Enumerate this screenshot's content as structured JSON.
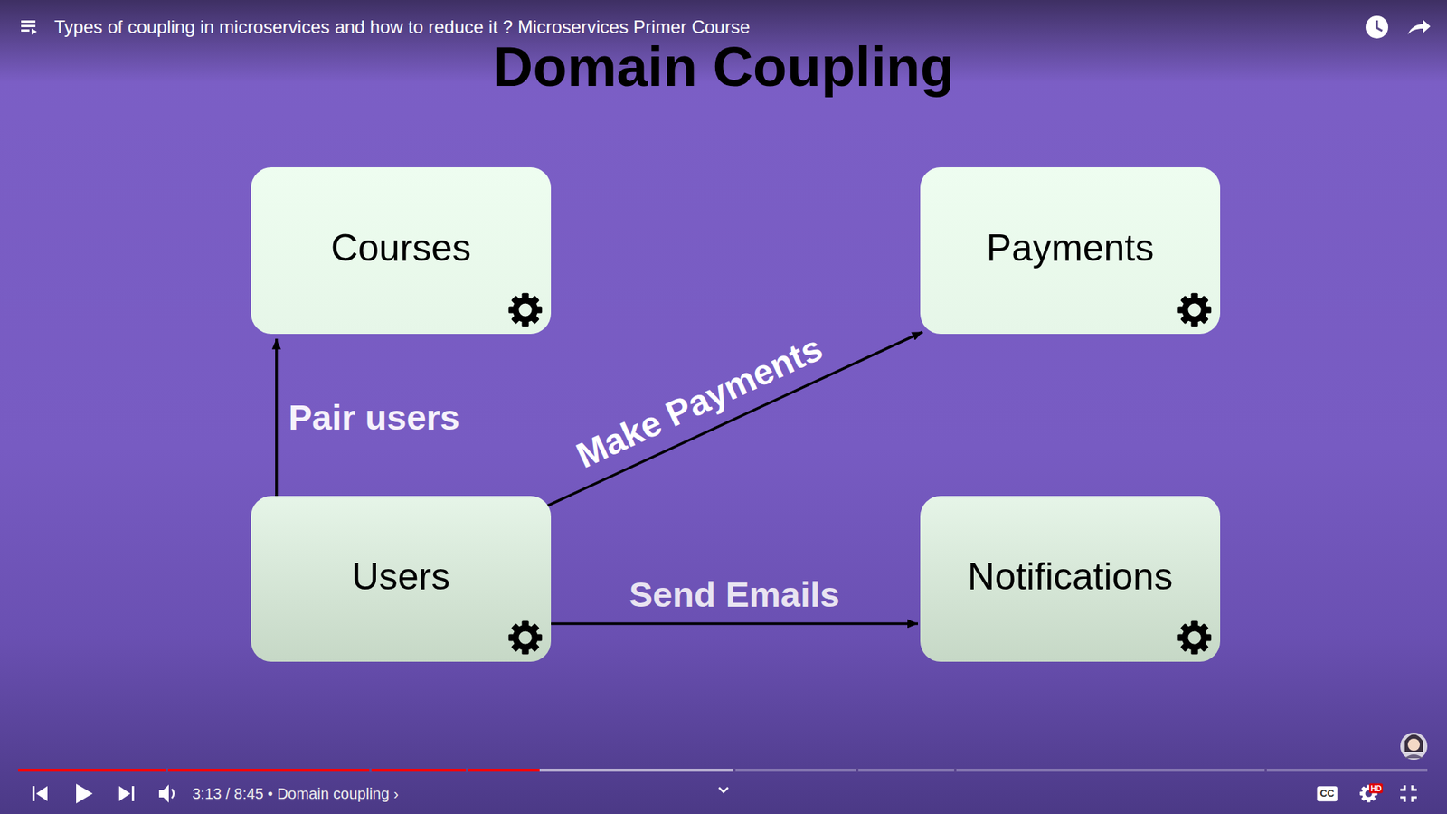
{
  "diagram": {
    "title": "Domain Coupling",
    "nodes": [
      {
        "text": [
          "Courses"
        ]
      },
      {
        "text": [
          "Payments"
        ]
      },
      {
        "text": [
          "Users"
        ]
      },
      {
        "text": [
          "Notifications"
        ]
      }
    ],
    "edges": [
      {
        "from": 2,
        "to": 0,
        "arrow": "to",
        "label": "Pair users"
      },
      {
        "from": 2,
        "to": 1,
        "arrow": "to",
        "label": "Make Payments"
      },
      {
        "from": 2,
        "to": 3,
        "arrow": "to",
        "label": "Send Emails"
      }
    ],
    "labels": [
      "Types of coupling in microservices and how to reduce it ? Microservices Primer Course",
      "3:13 / 8:45 • Domain coupling ›",
      "CC",
      "HD"
    ]
  }
}
